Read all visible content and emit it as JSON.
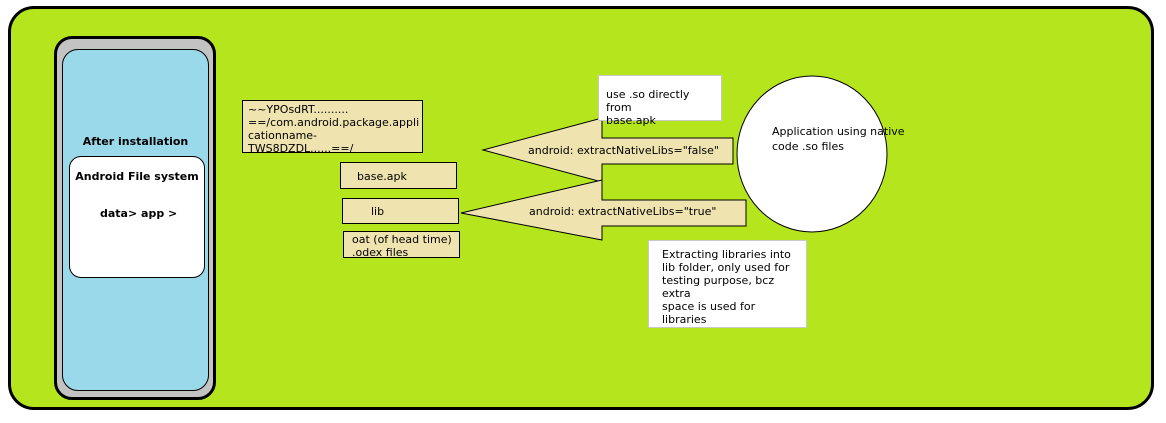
{
  "phone": {
    "after_label": "After installation",
    "fs_title": "Android File system",
    "fs_path": "data> app >"
  },
  "folder_path_lines": [
    "~~YPOsdRT..........",
    "==/com.android.package.appli",
    "cationname-TWS8DZDL......==/"
  ],
  "files": {
    "base_apk": "base.apk",
    "lib": "lib",
    "oat_lines": [
      "oat (of head time)",
      ".odex files"
    ]
  },
  "arrows": {
    "false_label": "android: extractNativeLibs=\"false\"",
    "true_label": "android: extractNativeLibs=\"true\""
  },
  "notes": {
    "direct_lines": [
      "use .so directly from",
      "base.apk"
    ],
    "extract_lines": [
      "Extracting libraries into",
      "lib folder, only used for",
      "testing purpose, bcz extra",
      "space is used for",
      "libraries"
    ]
  },
  "app_circle_lines": [
    "Application using native",
    "code .so files"
  ],
  "colors": {
    "background": "#b5e61d",
    "screen": "#99d9ea",
    "box": "#efe4b0"
  }
}
